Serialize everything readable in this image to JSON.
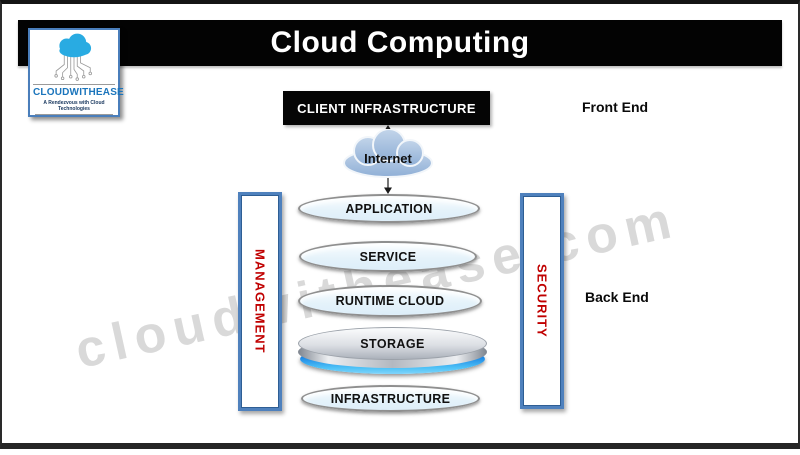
{
  "window": {
    "title": "Cloud Computing"
  },
  "logo": {
    "name": "CLOUDWITHEASE",
    "tagline": "A Rendezvous with Cloud Technologies"
  },
  "front_end": {
    "section_label": "Front End",
    "client_box_label": "CLIENT INFRASTRUCTURE",
    "internet_label": "Internet"
  },
  "back_end": {
    "section_label": "Back End",
    "management_label": "MANAGEMENT",
    "security_label": "SECURITY",
    "layers": [
      {
        "label": "APPLICATION"
      },
      {
        "label": "SERVICE"
      },
      {
        "label": "RUNTIME CLOUD"
      },
      {
        "label": "STORAGE"
      },
      {
        "label": "INFRASTRUCTURE"
      }
    ]
  },
  "watermark": "cloudwithease.com",
  "colors": {
    "banner_bg": "#030303",
    "banner_text": "#ffffff",
    "bar_border": "#4f81bd",
    "bar_text": "#c00000",
    "logo_blue": "#29abe2",
    "logo_text_blue": "#1b75bc",
    "ellipse_fill": "#e8f4fb",
    "storage_glow": "#1e88e5",
    "watermark_gray": "#d9d9d9"
  }
}
